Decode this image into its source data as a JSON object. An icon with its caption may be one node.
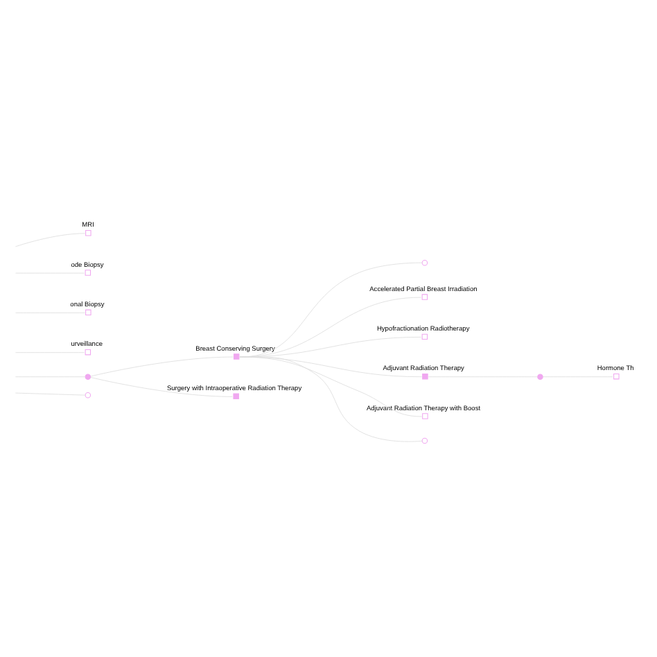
{
  "diagram": {
    "nodes": [
      {
        "text": [
          "MRI"
        ]
      },
      {
        "text": [
          "ode Biopsy"
        ]
      },
      {
        "text": [
          "onal Biopsy"
        ]
      },
      {
        "text": [
          "urveillance"
        ]
      },
      {
        "text": [],
        "shape": "circle"
      },
      {
        "text": [],
        "shape": "circle"
      },
      {
        "text": [
          "Breast Conserving Surgery"
        ]
      },
      {
        "text": [
          "Surgery with Intraoperative Radiation Therapy"
        ]
      },
      {
        "text": [],
        "shape": "circle"
      },
      {
        "text": [
          "Accelerated Partial Breast Irradiation"
        ]
      },
      {
        "text": [
          "Hypofractionation Radiotherapy"
        ]
      },
      {
        "text": [
          "Adjuvant Radiation Therapy"
        ]
      },
      {
        "text": [
          "Adjuvant Radiation Therapy with Boost"
        ]
      },
      {
        "text": [],
        "shape": "circle"
      },
      {
        "text": [],
        "shape": "circle"
      },
      {
        "text": [
          "Hormone Th"
        ]
      }
    ],
    "edges": [
      {
        "from": null,
        "to": 0,
        "arrow": "none"
      },
      {
        "from": null,
        "to": 1,
        "arrow": "none"
      },
      {
        "from": null,
        "to": 2,
        "arrow": "none"
      },
      {
        "from": null,
        "to": 3,
        "arrow": "none"
      },
      {
        "from": null,
        "to": 4,
        "arrow": "none"
      },
      {
        "from": null,
        "to": 5,
        "arrow": "none"
      },
      {
        "from": 4,
        "to": 6,
        "arrow": "none"
      },
      {
        "from": 4,
        "to": 7,
        "arrow": "none"
      },
      {
        "from": 6,
        "to": 8,
        "arrow": "none"
      },
      {
        "from": 6,
        "to": 9,
        "arrow": "none"
      },
      {
        "from": 6,
        "to": 10,
        "arrow": "none"
      },
      {
        "from": 6,
        "to": 11,
        "arrow": "none"
      },
      {
        "from": 6,
        "to": 12,
        "arrow": "none"
      },
      {
        "from": 6,
        "to": 13,
        "arrow": "none"
      },
      {
        "from": 11,
        "to": 14,
        "arrow": "none"
      },
      {
        "from": 14,
        "to": 15,
        "arrow": "none"
      }
    ]
  }
}
